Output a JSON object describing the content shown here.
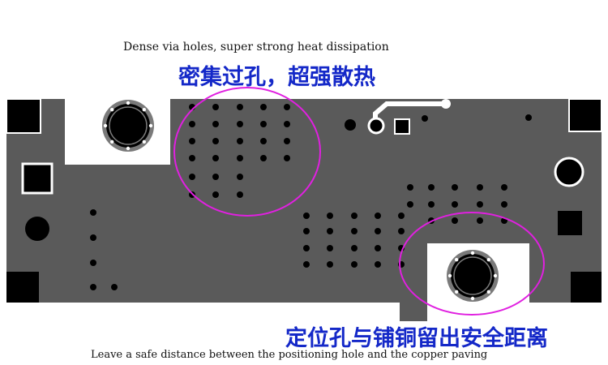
{
  "captions": {
    "top_en": "Dense via holes, super strong heat dissipation",
    "top_zh": "密集过孔，超强散热",
    "bottom_zh": "定位孔与铺铜留出安全距离",
    "bottom_en": "Leave a safe distance between the positioning hole and the copper paving"
  },
  "colors": {
    "board": "#5a5a5a",
    "pad": "#000000",
    "silk": "#ffffff",
    "highlight": "#e020e0",
    "caption_zh": "#1428c8"
  },
  "icons": [
    "via-hole-icon",
    "mounting-hole-icon",
    "square-pad-icon",
    "highlight-circle-icon"
  ]
}
